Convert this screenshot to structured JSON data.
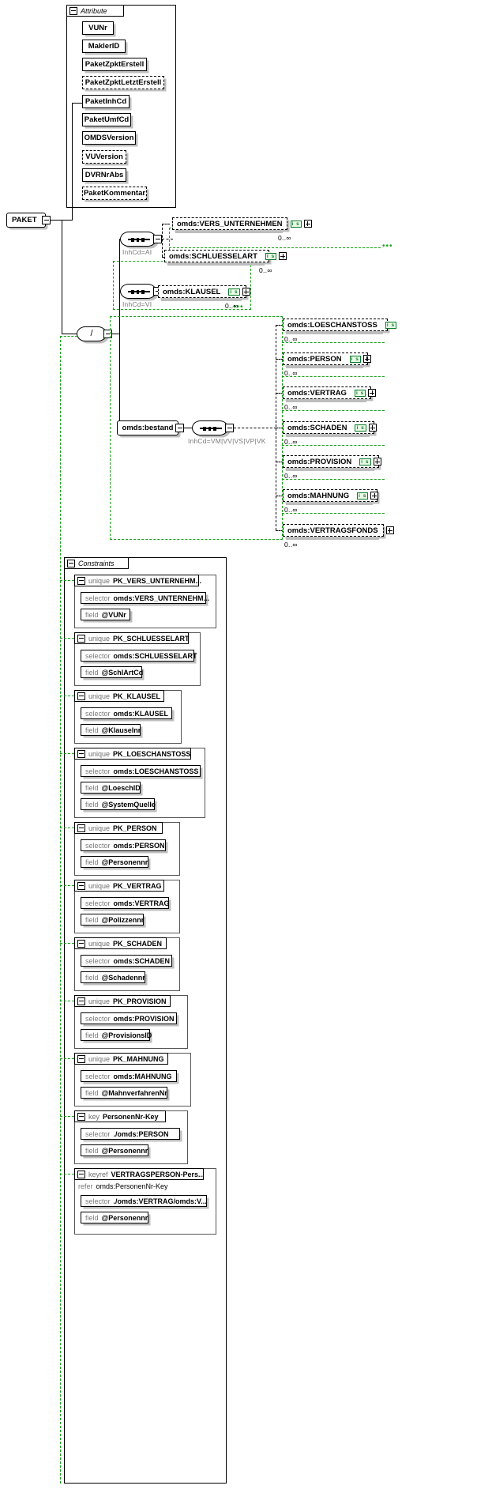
{
  "diagram": {
    "title": "PAKET",
    "root": {
      "label": "PAKET",
      "toggle": "minus-icon"
    },
    "attribute_group": {
      "header": "Attribute",
      "toggle": "minus-icon",
      "items": [
        {
          "label": "VUNr",
          "optional": false
        },
        {
          "label": "MaklerID",
          "optional": false
        },
        {
          "label": "PaketZpktErstell",
          "optional": false
        },
        {
          "label": "PaketZpktLetztErstell",
          "optional": true
        },
        {
          "label": "PaketInhCd",
          "optional": false
        },
        {
          "label": "PaketUmfCd",
          "optional": false
        },
        {
          "label": "OMDSVersion",
          "optional": false
        },
        {
          "label": "VUVersion",
          "optional": true
        },
        {
          "label": "DVRNrAbs",
          "optional": false
        },
        {
          "label": "PaketKommentar",
          "optional": true
        }
      ]
    },
    "sequences": [
      {
        "id": "seq-ai",
        "condition": "InhCd=AI"
      },
      {
        "id": "seq-vi",
        "condition": "InhCd=VI"
      },
      {
        "id": "seq-bestand",
        "condition": "InhCd=VM|VV|VS|VP|VK"
      }
    ],
    "choice": {
      "symbol": "/",
      "toggle": "minus-icon"
    },
    "bestand": {
      "label": "omds:bestand",
      "toggle": "minus-icon"
    },
    "elements": [
      {
        "label": "omds:VERS_UNTERNEHMEN",
        "badge": "i s",
        "expand": "plus-icon",
        "occurs": "0..∞"
      },
      {
        "label": "omds:SCHLUESSELART",
        "badge": "i s",
        "expand": "plus-icon",
        "occurs": "0..∞"
      },
      {
        "label": "omds:KLAUSEL",
        "badge": "i s",
        "expand": "plus-icon",
        "occurs": "0..∞"
      },
      {
        "label": "omds:LOESCHANSTOSS",
        "badge": "i s",
        "expand": "plus-icon",
        "occurs": "0..∞"
      },
      {
        "label": "omds:PERSON",
        "badge": "i s",
        "expand": "plus-icon",
        "occurs": "0..∞"
      },
      {
        "label": "omds:VERTRAG",
        "badge": "i s",
        "expand": "plus-icon",
        "occurs": "0..∞"
      },
      {
        "label": "omds:SCHADEN",
        "badge": "i s",
        "expand": "plus-icon",
        "occurs": "0..∞"
      },
      {
        "label": "omds:PROVISION",
        "badge": "i s",
        "expand": "plus-icon",
        "occurs": "0..∞"
      },
      {
        "label": "omds:MAHNUNG",
        "badge": "i s",
        "expand": "plus-icon",
        "occurs": "0..∞"
      },
      {
        "label": "omds:VERTRAGSFONDS",
        "badge": "",
        "expand": "plus-icon",
        "occurs": "0..∞"
      }
    ],
    "constraints_group": {
      "header": "Constraints",
      "toggle": "minus-icon",
      "items": [
        {
          "kind": "unique",
          "name": "PK_VERS_UNTERNEHM...",
          "selector_key": "selector",
          "selector": "omds:VERS_UNTERNEHM...",
          "fields": [
            {
              "key": "field",
              "value": "@VUNr"
            }
          ]
        },
        {
          "kind": "unique",
          "name": "PK_SCHLUESSELART",
          "selector_key": "selector",
          "selector": "omds:SCHLUESSELART",
          "fields": [
            {
              "key": "field",
              "value": "@SchlArtCd"
            }
          ]
        },
        {
          "kind": "unique",
          "name": "PK_KLAUSEL",
          "selector_key": "selector",
          "selector": "omds:KLAUSEL",
          "fields": [
            {
              "key": "field",
              "value": "@Klauselnr"
            }
          ]
        },
        {
          "kind": "unique",
          "name": "PK_LOESCHANSTOSS",
          "selector_key": "selector",
          "selector": "omds:LOESCHANSTOSS",
          "fields": [
            {
              "key": "field",
              "value": "@LoeschID"
            },
            {
              "key": "field",
              "value": "@SystemQuelle"
            }
          ]
        },
        {
          "kind": "unique",
          "name": "PK_PERSON",
          "selector_key": "selector",
          "selector": "omds:PERSON",
          "fields": [
            {
              "key": "field",
              "value": "@Personennr"
            }
          ]
        },
        {
          "kind": "unique",
          "name": "PK_VERTRAG",
          "selector_key": "selector",
          "selector": "omds:VERTRAG",
          "fields": [
            {
              "key": "field",
              "value": "@Polizzennr"
            }
          ]
        },
        {
          "kind": "unique",
          "name": "PK_SCHADEN",
          "selector_key": "selector",
          "selector": "omds:SCHADEN",
          "fields": [
            {
              "key": "field",
              "value": "@Schadennr"
            }
          ]
        },
        {
          "kind": "unique",
          "name": "PK_PROVISION",
          "selector_key": "selector",
          "selector": "omds:PROVISION",
          "fields": [
            {
              "key": "field",
              "value": "@ProvisionsID"
            }
          ]
        },
        {
          "kind": "unique",
          "name": "PK_MAHNUNG",
          "selector_key": "selector",
          "selector": "omds:MAHNUNG",
          "fields": [
            {
              "key": "field",
              "value": "@MahnverfahrenNr"
            }
          ]
        },
        {
          "kind": "key",
          "name": "PersonenNr-Key",
          "selector_key": "selector",
          "selector": "./omds:PERSON",
          "fields": [
            {
              "key": "field",
              "value": "@Personennr"
            }
          ]
        },
        {
          "kind": "keyref",
          "name": "VERTRAGSPERSON-Pers...",
          "refer_key": "refer",
          "refer": "omds:PersonenNr-Key",
          "selector_key": "selector",
          "selector": "./omds:VERTRAG/omds:V...",
          "fields": [
            {
              "key": "field",
              "value": "@Personennr"
            }
          ]
        }
      ]
    }
  }
}
